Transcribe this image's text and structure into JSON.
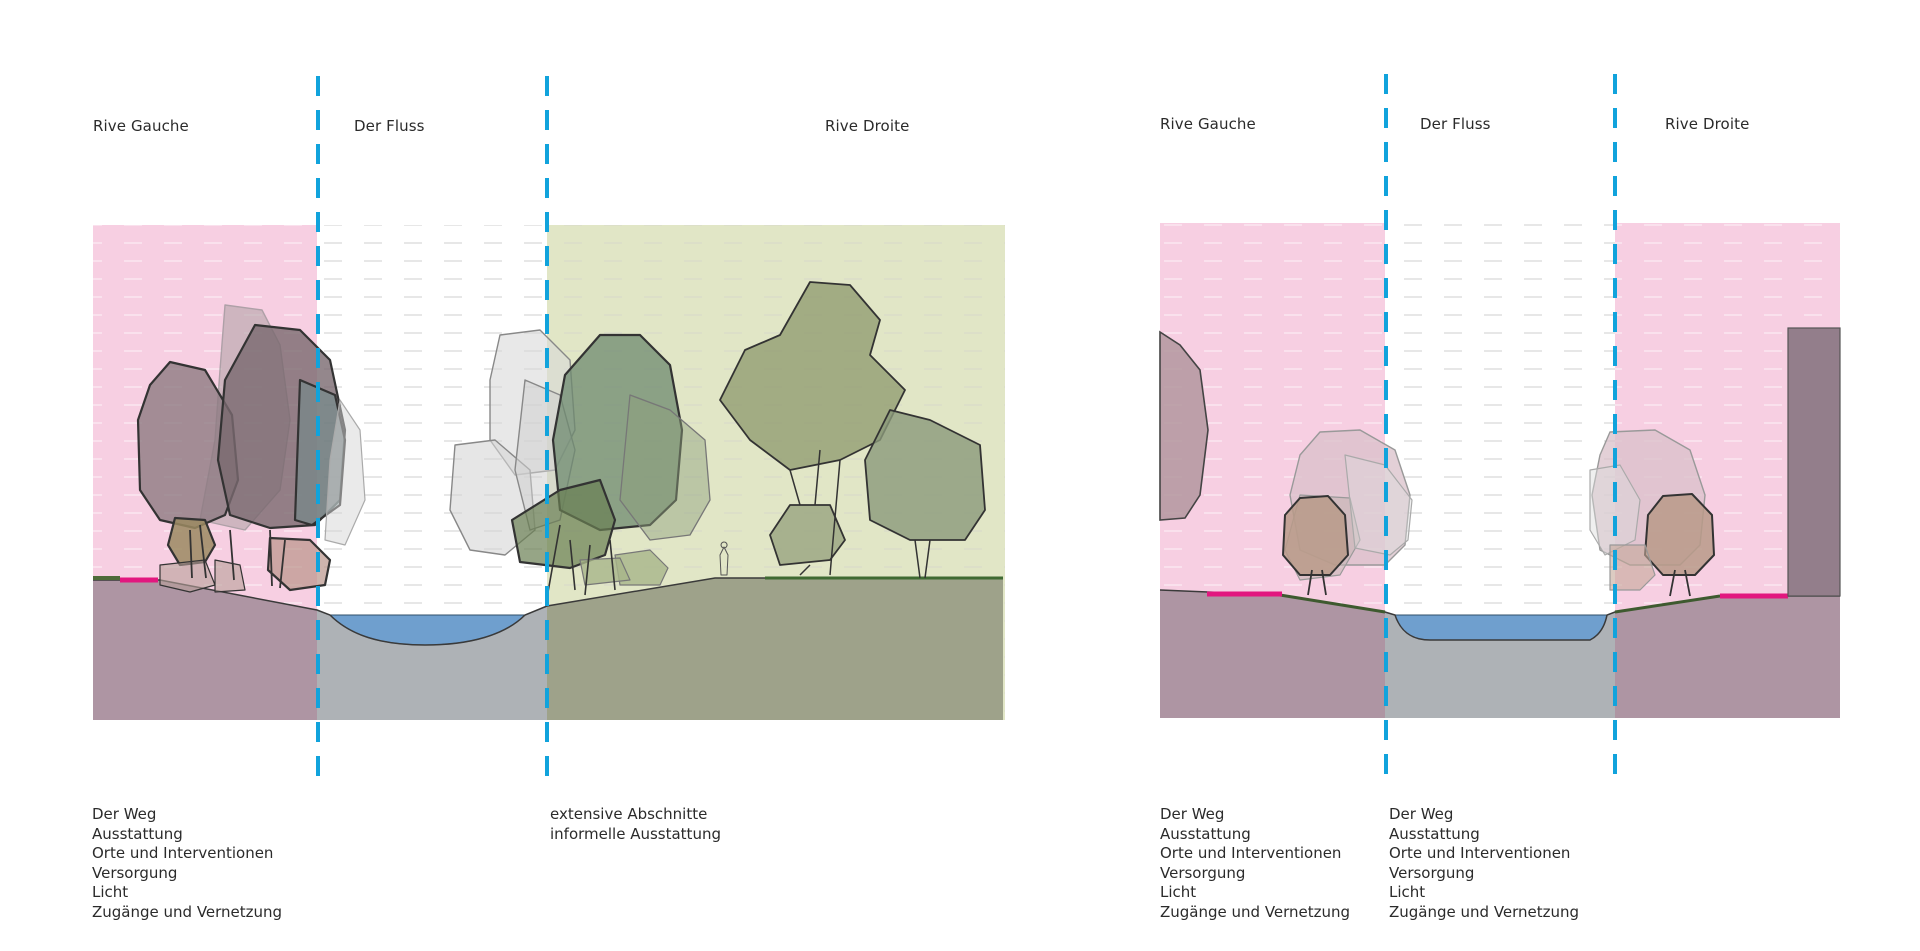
{
  "left_section": {
    "headings": [
      "Rive Gauche",
      "Der Fluss",
      "Rive Droite"
    ],
    "notes_left": [
      "Der Weg",
      "Ausstattung",
      "Orte und Interventionen",
      "Versorgung",
      "Licht",
      "Zugänge und Vernetzung"
    ],
    "notes_right": [
      "extensive Abschnitte",
      "informelle Ausstattung"
    ]
  },
  "right_section": {
    "headings": [
      "Rive Gauche",
      "Der Fluss",
      "Rive Droite"
    ],
    "notes_left": [
      "Der Weg",
      "Ausstattung",
      "Orte und Interventionen",
      "Versorgung",
      "Licht",
      "Zugänge und Vernetzung"
    ],
    "notes_middle": [
      "Der Weg",
      "Ausstattung",
      "Orte und Interventionen",
      "Versorgung",
      "Licht",
      "Zugänge und Vernetzung"
    ]
  },
  "colors": {
    "pink_zone": "#f7cfe2",
    "green_zone": "#e1e6c6",
    "ground_pink": "#ae95a3",
    "ground_grey": "#aeb2b6",
    "ground_green": "#9ea28a",
    "water": "#6f9fce",
    "divider": "#11a3dc",
    "path_magenta": "#e2177f"
  }
}
